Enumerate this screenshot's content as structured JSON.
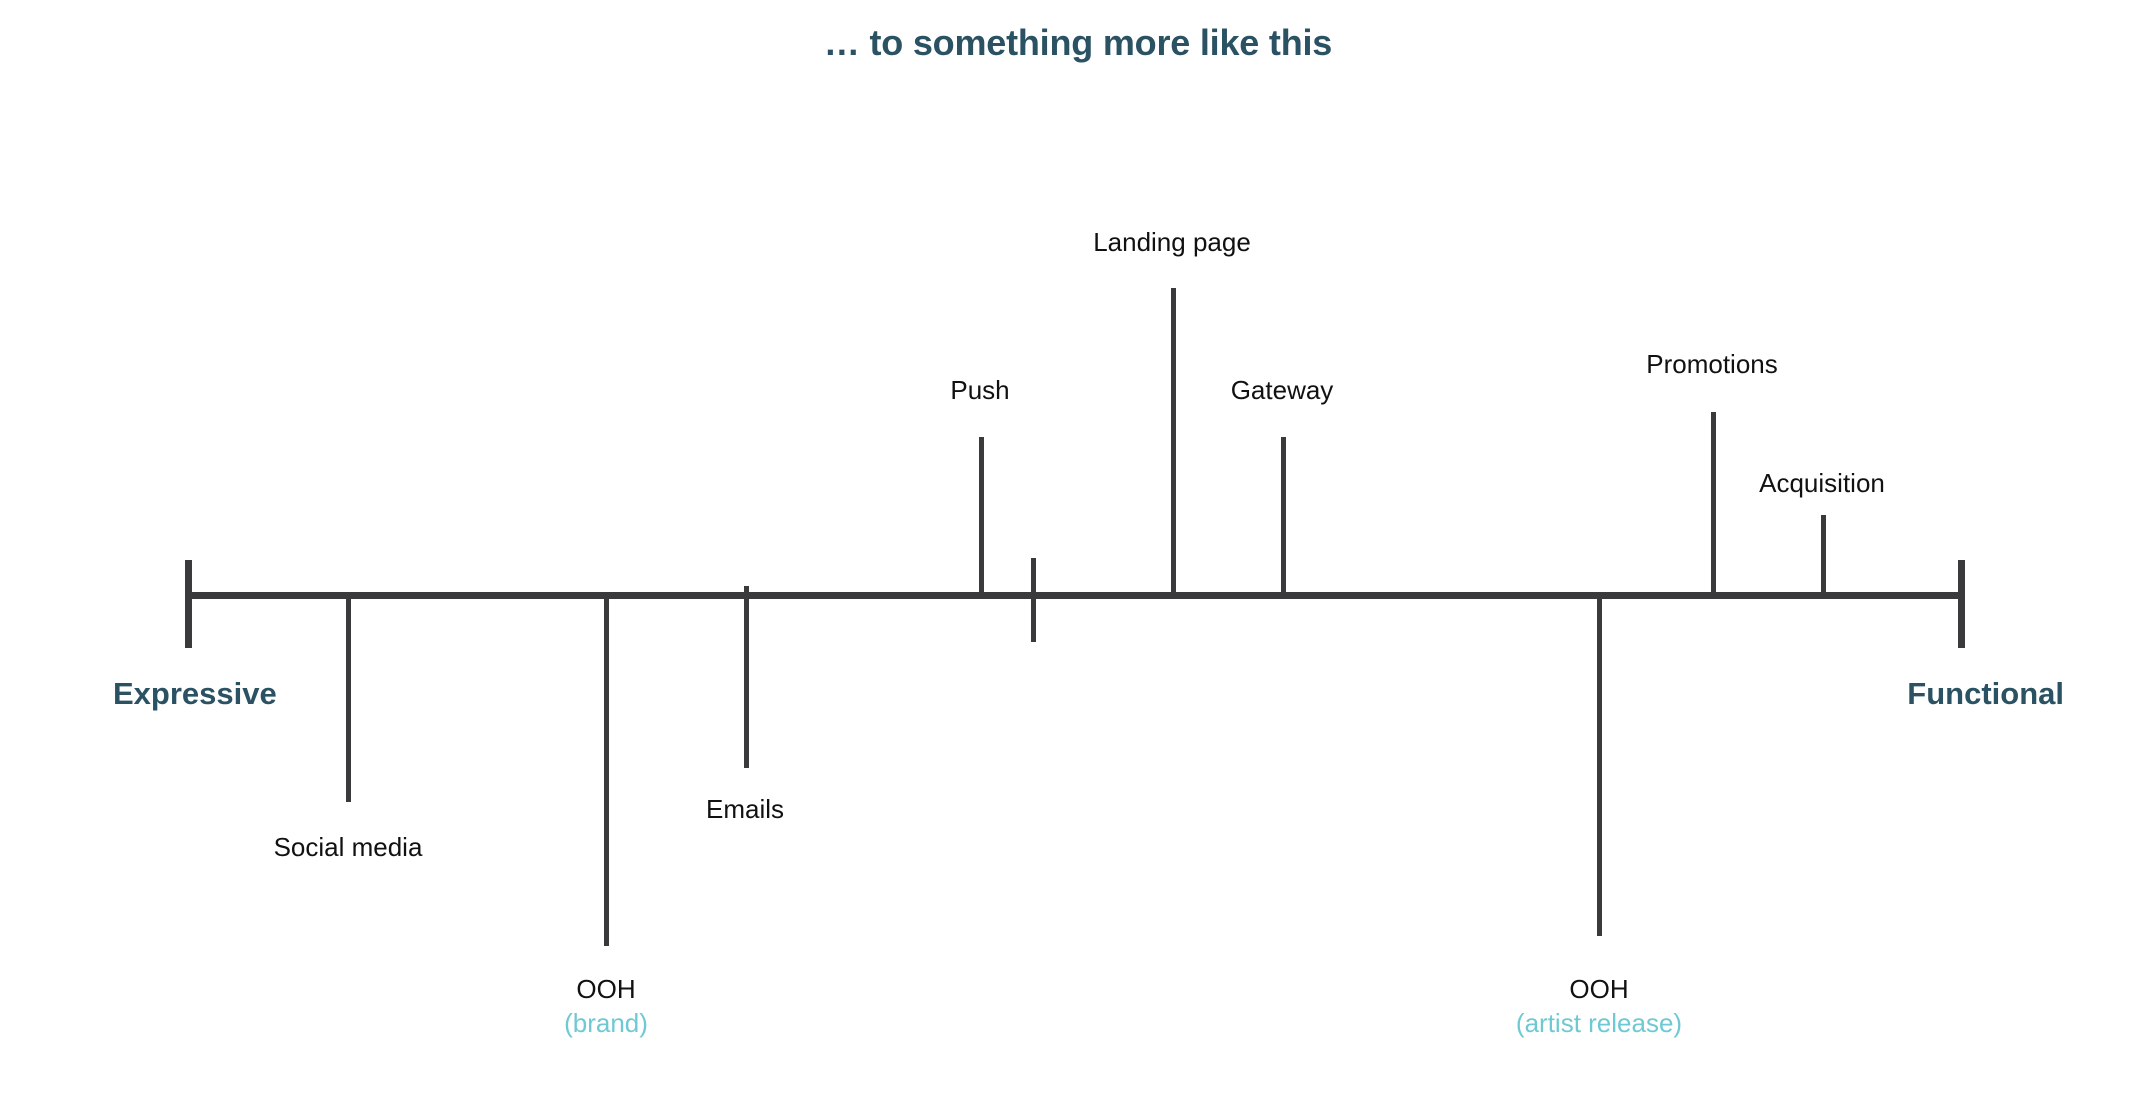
{
  "title": "… to something more like this",
  "colors": {
    "title": "#2a5263",
    "pole_label": "#2a5263",
    "axis": "#3a3a3c",
    "item_label": "#111111",
    "sub_label": "#6fc9d3",
    "background": "#ffffff"
  },
  "axis": {
    "left_pole": "Expressive",
    "right_pole": "Functional"
  },
  "chart_data": {
    "type": "scatter",
    "title": "… to something more like this",
    "xlabel": "",
    "ylabel": "",
    "axis_orientation": "horizontal",
    "x_axis_left_label": "Expressive",
    "x_axis_right_label": "Functional",
    "xlim": [
      0,
      100
    ],
    "grid": false,
    "legend": "none",
    "categories": [
      "Social media",
      "OOH (brand)",
      "Emails",
      "Push",
      "unlabeled",
      "Landing page",
      "Gateway",
      "OOH (artist release)",
      "Promotions",
      "Acquisition"
    ],
    "values": [
      9,
      24,
      31,
      45,
      48,
      55,
      62,
      79,
      86,
      92
    ],
    "points": [
      {
        "label": "Social media",
        "sublabel": "",
        "x": 9,
        "side": "below"
      },
      {
        "label": "OOH",
        "sublabel": "(brand)",
        "x": 24,
        "side": "below"
      },
      {
        "label": "Emails",
        "sublabel": "",
        "x": 31,
        "side": "below"
      },
      {
        "label": "Push",
        "sublabel": "",
        "x": 45,
        "side": "above"
      },
      {
        "label": "",
        "sublabel": "",
        "x": 48,
        "side": "cross"
      },
      {
        "label": "Landing page",
        "sublabel": "",
        "x": 55,
        "side": "above"
      },
      {
        "label": "Gateway",
        "sublabel": "",
        "x": 62,
        "side": "above"
      },
      {
        "label": "OOH",
        "sublabel": "(artist release)",
        "x": 79,
        "side": "below"
      },
      {
        "label": "Promotions",
        "sublabel": "",
        "x": 86,
        "side": "above"
      },
      {
        "label": "Acquisition",
        "sublabel": "",
        "x": 92,
        "side": "above"
      }
    ]
  },
  "markers": {
    "social_media": {
      "label": "Social media"
    },
    "ooh_brand": {
      "label": "OOH",
      "sublabel": "(brand)"
    },
    "emails": {
      "label": "Emails"
    },
    "push": {
      "label": "Push"
    },
    "landing_page": {
      "label": "Landing page"
    },
    "gateway": {
      "label": "Gateway"
    },
    "ooh_artist": {
      "label": "OOH",
      "sublabel": "(artist release)"
    },
    "promotions": {
      "label": "Promotions"
    },
    "acquisition": {
      "label": "Acquisition"
    }
  }
}
